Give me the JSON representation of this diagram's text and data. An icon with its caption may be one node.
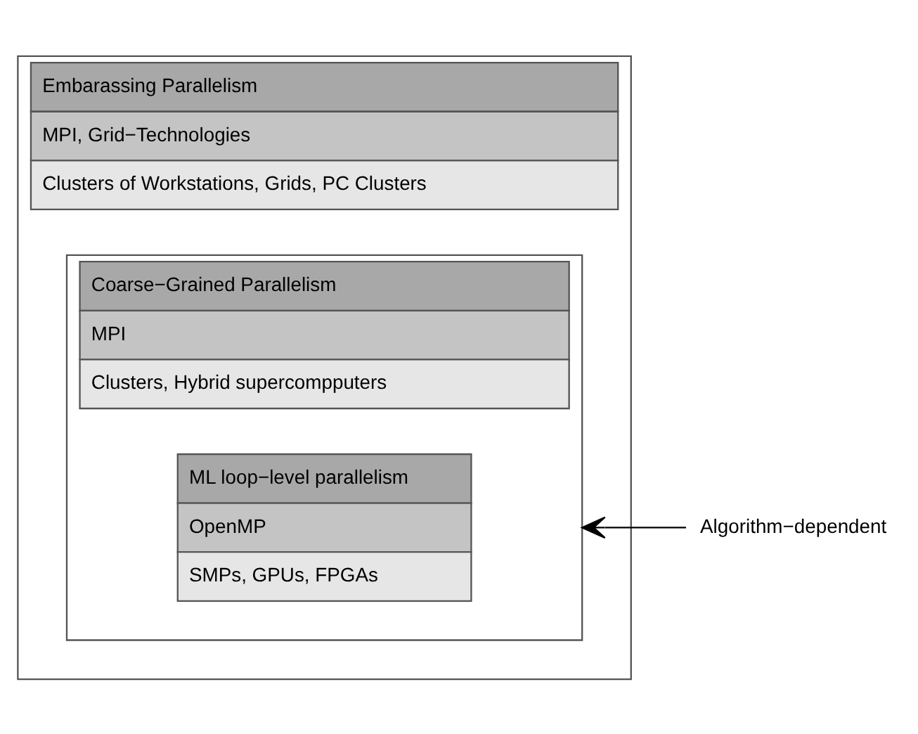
{
  "diagram": {
    "nodes": [
      {
        "text": [
          "Embarassing Parallelism",
          "MPI, Grid−Technologies",
          "Clusters of Workstations, Grids, PC Clusters"
        ]
      },
      {
        "text": [
          "Coarse−Grained Parallelism",
          "MPI",
          "Clusters, Hybrid supercompputers"
        ],
        "in": 0
      },
      {
        "text": [
          "ML loop−level parallelism",
          "OpenMP",
          "SMPs, GPUs, FPGAs"
        ],
        "in": 1
      },
      {
        "text": [
          "Algorithm−dependent"
        ]
      }
    ],
    "edges": [
      {
        "from": 3,
        "to": 1,
        "arrow": "to"
      }
    ]
  }
}
